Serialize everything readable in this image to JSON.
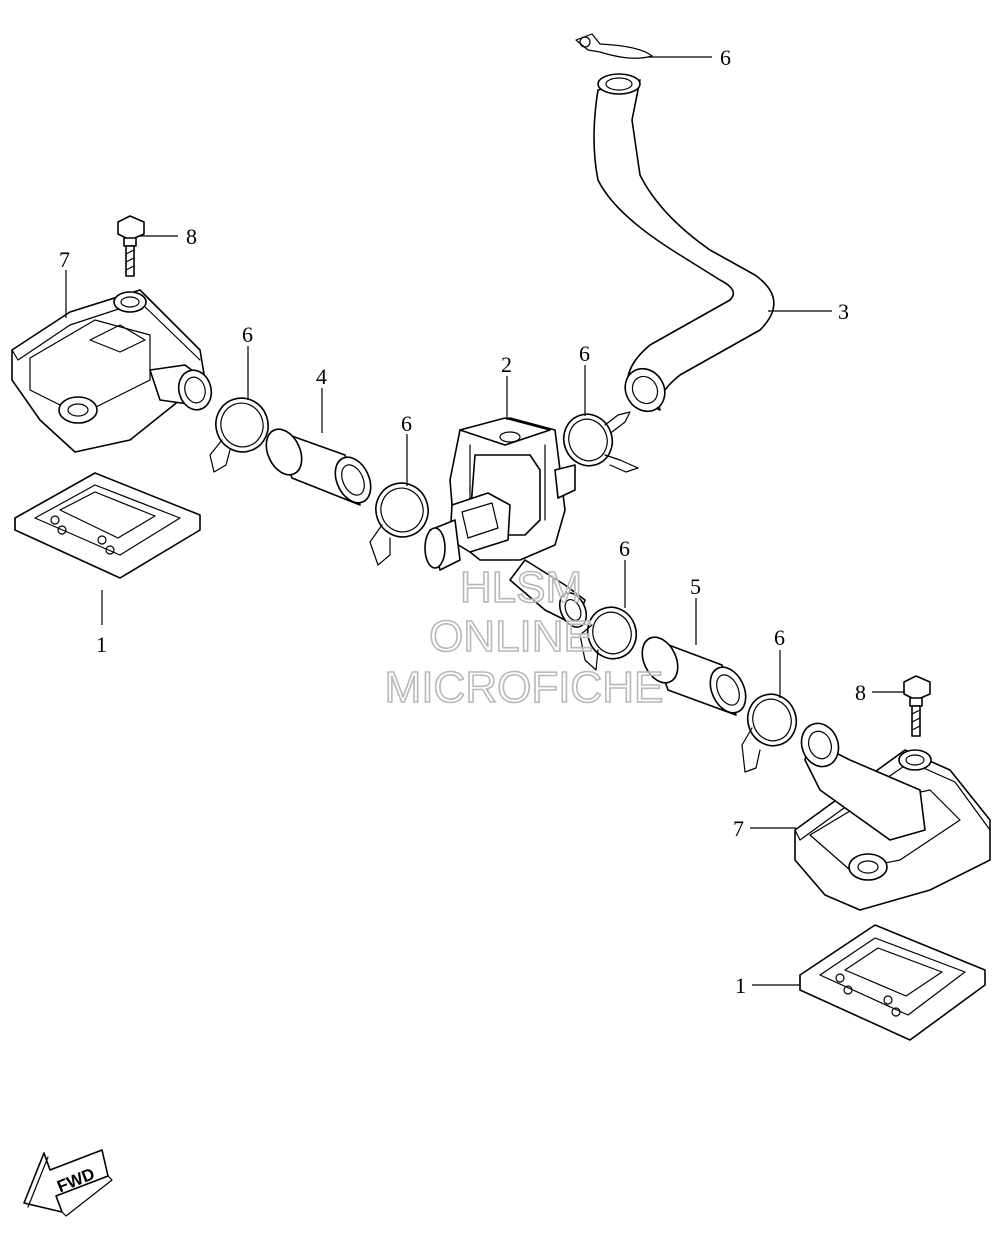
{
  "callouts": {
    "c1_left": "1",
    "c1_right": "1",
    "c2": "2",
    "c3": "3",
    "c4": "4",
    "c5": "5",
    "c6_top": "6",
    "c6_a": "6",
    "c6_b": "6",
    "c6_c": "6",
    "c6_d": "6",
    "c6_e": "6",
    "c7_left": "7",
    "c7_right": "7",
    "c8_left": "8",
    "c8_right": "8"
  },
  "watermark": {
    "line1": "HLSM",
    "line2": "ONLINE",
    "line3": "MICROFICHE"
  },
  "direction_marker": {
    "label": "FWD",
    "icon": "arrow-forward-icon"
  }
}
